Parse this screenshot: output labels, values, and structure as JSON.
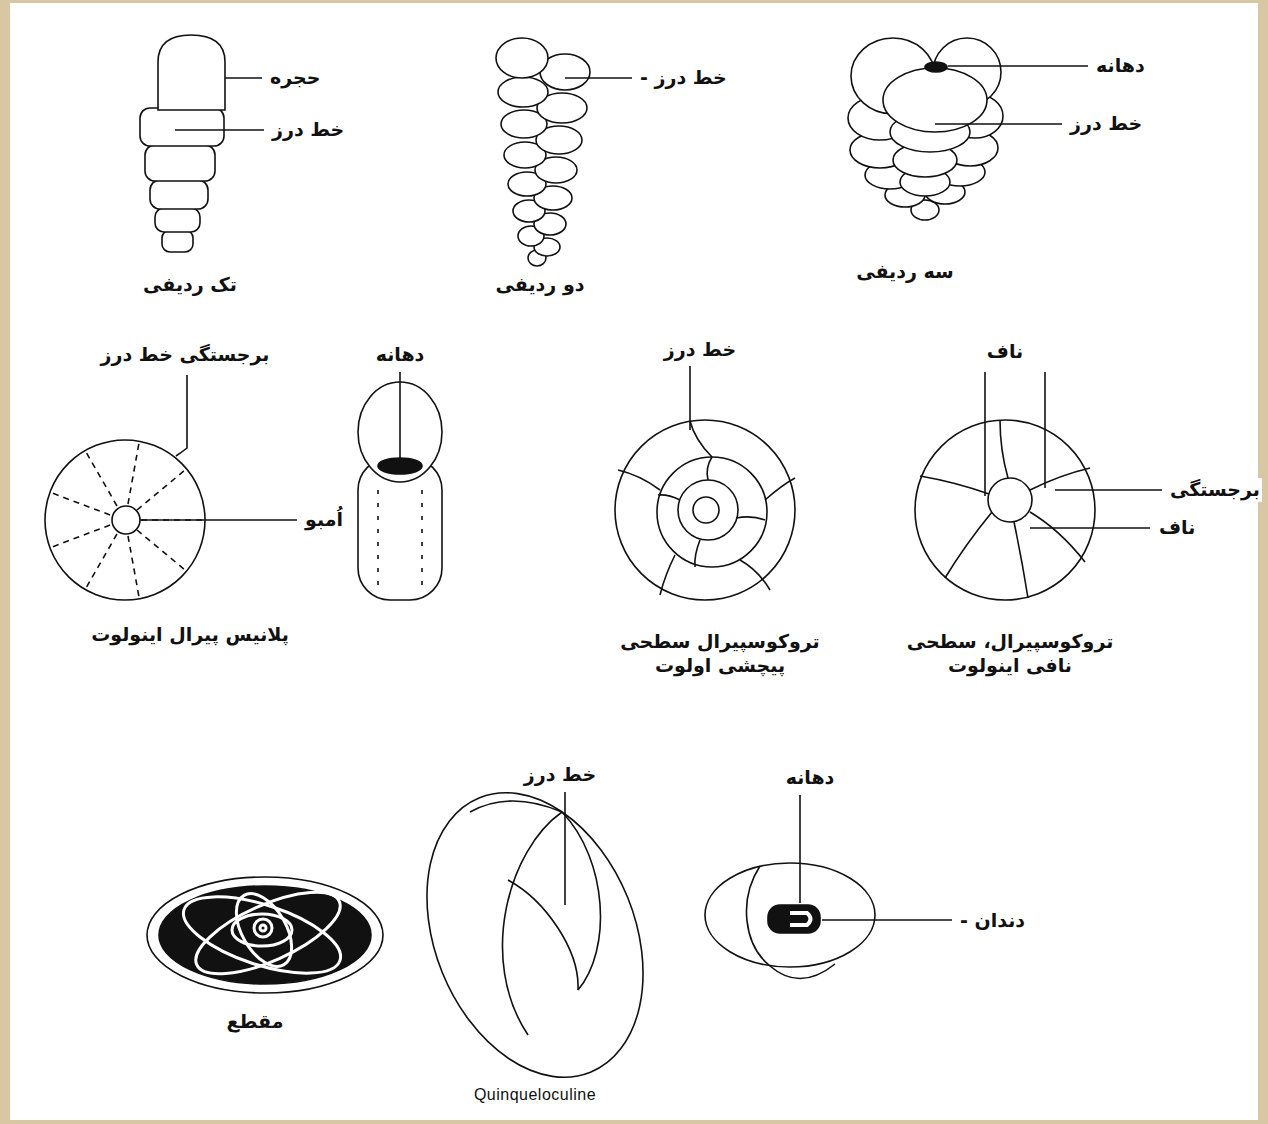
{
  "diagram": {
    "labels": [
      "حجره",
      "خط درز",
      "تک ردیفی",
      "خط درز -",
      "دو ردیفی",
      "دهانه",
      "خط درز",
      "سه ردیفی",
      "برجستگی خط درز",
      "دهانه",
      "اُمبو",
      "پلانیس پیرال اینولوت",
      "خط درز",
      "تروکوسپیرال سطحی پیچشی اولوت",
      "ناف",
      "برجستگی",
      "ناف",
      "تروکوسپیرال، سطحی نافی اینولوت",
      "مقطع",
      "خط درز",
      "Quinqueloculine",
      "دهانه",
      "دندان -"
    ]
  }
}
